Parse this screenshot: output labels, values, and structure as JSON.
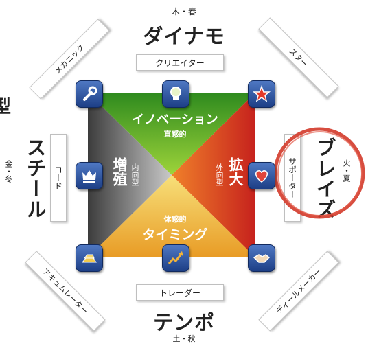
{
  "top": {
    "season": "木・春",
    "title": "ダイナモ",
    "tag": "クリエイター"
  },
  "bottom": {
    "season": "土・秋",
    "title": "テンポ",
    "tag": "トレーダー"
  },
  "left": {
    "season": "金・冬",
    "title": "スチール",
    "tag": "ロード"
  },
  "right": {
    "season": "火・夏",
    "title": "ブレイズ",
    "tag": "サポーター"
  },
  "corners": {
    "top_left": "メカニック",
    "top_right": "スター",
    "bottom_left": "アキュムレーター",
    "bottom_right": "ディールメーカー"
  },
  "quadrants": {
    "top": {
      "title": "イノベーション",
      "sub": "直感的"
    },
    "bottom": {
      "title": "タイミング",
      "sub": "体感的"
    },
    "left": {
      "title": "増殖",
      "sub": "内向型"
    },
    "right": {
      "title": "拡大",
      "sub": "外向型"
    }
  },
  "cut_off_text": "型",
  "icons": [
    "wrench-icon",
    "lightbulb-icon",
    "star-icon",
    "queen-icon",
    "heart-hand-icon",
    "gold-bars-icon",
    "growth-chart-icon",
    "handshake-icon"
  ],
  "colors": {
    "green": "#5aa92a",
    "red": "#d8401f",
    "orange": "#efa22a",
    "gray": "#5f5f5f",
    "highlight_circle": "#d33a2a"
  }
}
